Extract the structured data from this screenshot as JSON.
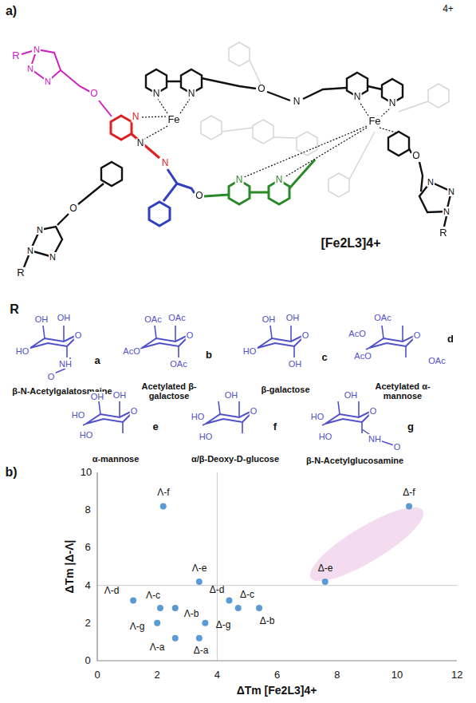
{
  "diagram": {
    "labels": [
      "a)",
      "4+",
      "R",
      "N",
      "N",
      "N",
      "O",
      "N",
      "Fe",
      "N",
      "N",
      "O",
      "N",
      "N",
      "Fe",
      "N",
      "N",
      "O",
      "N",
      "N",
      "N",
      "O",
      "N",
      "N",
      "N",
      "R",
      "O",
      "N",
      "N",
      "N",
      "R",
      "[Fe2L3]4+",
      "R",
      "OH",
      "OH",
      "O",
      "HO",
      "NH",
      "O",
      "a",
      "β-N-Acetylgalatosmaine",
      "OAc",
      "OAc",
      "O",
      "AcO",
      "OAc",
      "b",
      "Acetylated β-galactose",
      "OH",
      "OH",
      "O",
      "HO",
      "OH",
      "c",
      "β-galactose",
      "OAc",
      "AcO",
      "AcO",
      "O",
      "OAc",
      "d",
      "Acetylated α-mannose",
      "OH",
      "OH",
      "HO",
      "HO",
      "O",
      "e",
      "α-mannose",
      "OH",
      "HO",
      "HO",
      "O",
      "f",
      "α/β-Deoxy-D-glucose",
      "OH",
      "HO",
      "HO",
      "O",
      "NH",
      "O",
      "g",
      "β-N-Acetylglucosamine",
      "b)",
      "0",
      "2",
      "4",
      "6",
      "8",
      "10",
      "12",
      "0",
      "2",
      "4",
      "6",
      "8",
      "10",
      "ΔTm |Δ-Λ|",
      "ΔTm [Fe2L3]4+",
      "Λ-f",
      "Δ-f",
      "Λ-e",
      "Δ-e",
      "Λ-d",
      "Δ-d",
      "Λ-c",
      "Λ-b",
      "Δ-c",
      "Δ-b",
      "Λ-g",
      "Δ-g",
      "Λ-a",
      "Δ-a"
    ]
  }
}
